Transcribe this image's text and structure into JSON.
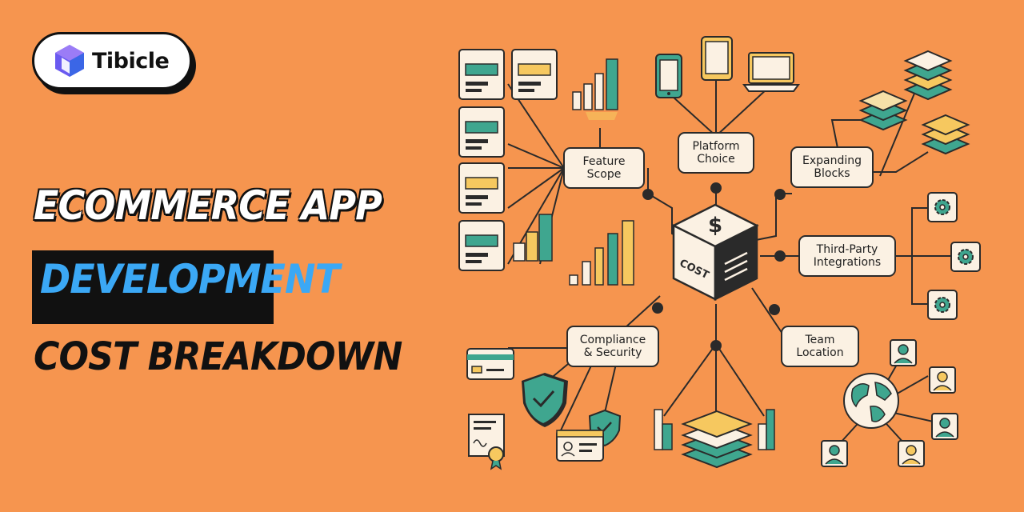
{
  "brand": {
    "name": "Tibicle"
  },
  "headline": {
    "line1": "Ecommerce App",
    "line2": "Development",
    "line3": "Cost Breakdown"
  },
  "diagram": {
    "center_label": "COST",
    "center_symbol": "$",
    "nodes": {
      "feature_scope": "Feature\nScope",
      "platform_choice": "Platform\nChoice",
      "expanding_blocks": "Expanding\nBlocks",
      "third_party": "Third-Party\nIntegrations",
      "compliance": "Compliance\n& Security",
      "team_location": "Team\nLocation"
    },
    "icons": [
      "wireframe-screen-icon",
      "bar-chart-icon",
      "smartphone-icon",
      "tablet-icon",
      "laptop-icon",
      "stacked-layers-icon",
      "gear-icon",
      "payment-card-icon",
      "shield-check-icon",
      "certificate-icon",
      "id-card-icon",
      "globe-icon",
      "user-avatar-icon"
    ]
  },
  "colors": {
    "background": "#F6954F",
    "teal": "#3FA68F",
    "yellow": "#F6C85F",
    "cream": "#FBF1E3",
    "dark": "#2A2A2A",
    "accent_blue": "#3BA8F5"
  }
}
